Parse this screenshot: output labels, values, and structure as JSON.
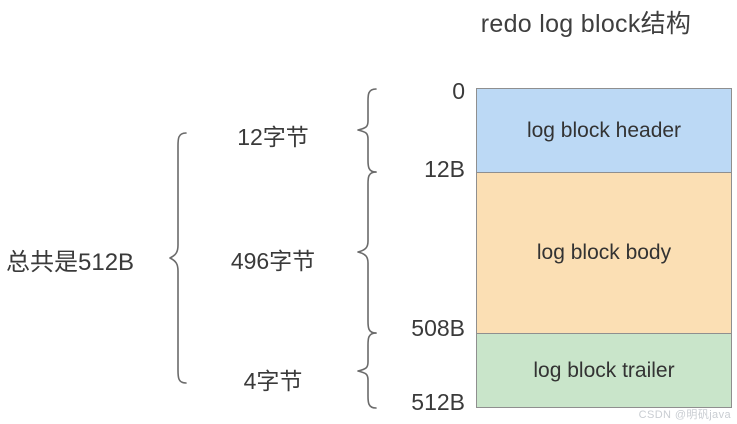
{
  "diagram": {
    "title": "redo log block结构",
    "total_label": "总共是512B",
    "blocks": [
      {
        "name": "log block header",
        "label": "log block header",
        "color": "#bcd9f5",
        "size_label": "12字节",
        "size_bytes": 12,
        "start_offset": "0",
        "end_offset": "12B"
      },
      {
        "name": "log block body",
        "label": "log block body",
        "color": "#fbdfb4",
        "size_label": "496字节",
        "size_bytes": 496,
        "start_offset": "12B",
        "end_offset": "508B"
      },
      {
        "name": "log block trailer",
        "label": "log block trailer",
        "color": "#c9e5ca",
        "size_label": "4字节",
        "size_bytes": 4,
        "start_offset": "508B",
        "end_offset": "512B"
      }
    ],
    "offsets": [
      "0",
      "12B",
      "508B",
      "512B"
    ],
    "total_bytes": 512,
    "border_color": "#8f8f8f",
    "brace_color": "#6b6b6b",
    "text_color": "#3a3a3a"
  },
  "watermark": {
    "text": "CSDN @明矾java"
  }
}
